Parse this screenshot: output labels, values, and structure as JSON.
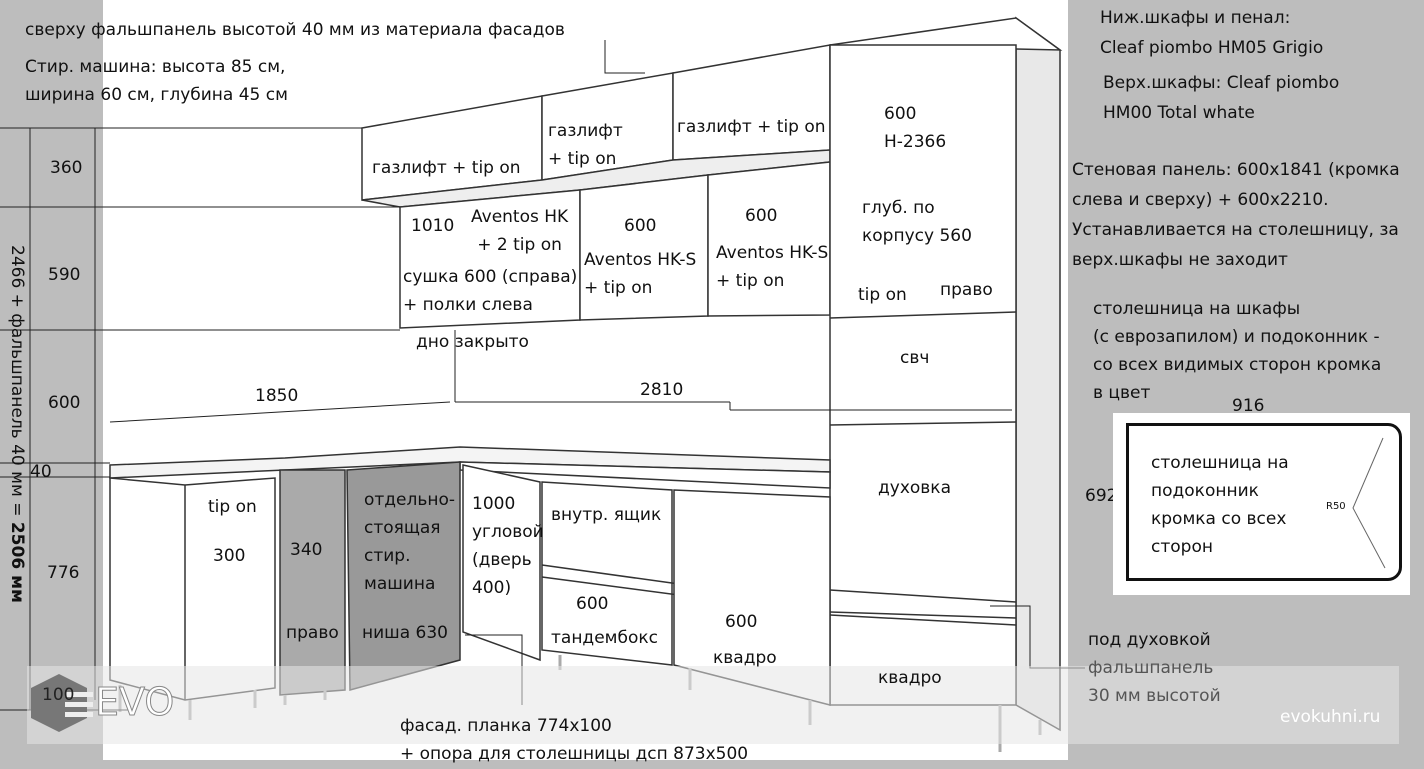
{
  "notes": {
    "top_panel": "сверху фальшпанель высотой 40 мм из материала фасадов",
    "washer": "Стир. машина: высота 85 см,\nширина 60 см, глубина 45 см",
    "lower_material": "Ниж.шкафы и пенал:\nCleaf piombo HM05 Grigio",
    "upper_material": "Верх.шкафы: Cleaf  piombo\nHM00 Total whate",
    "wall_panel": "Стеновая панель: 600х1841 (кромка\nслева и сверху) + 600х2210.\nУстанавливается на столешницу, за\nверх.шкафы не заходит",
    "countertop": "столешница на шкафы\n(с еврозапилом) и подоконник -\nсо всех видимых сторон кромка\nв цвет",
    "under_oven_1": "под духовкой",
    "under_oven_2": "фальшпанель\n30 мм высотой",
    "plank": "фасад. планка 774х100\n+ опора для столешницы дсп 873х500"
  },
  "sill": {
    "width": "916",
    "height": "692",
    "text": "столешница на\nподоконник\nкромка со всех\nсторон",
    "radius": "R50"
  },
  "dimensions": {
    "d360": "360",
    "d590": "590",
    "d600": "600",
    "d40": "40",
    "d776": "776",
    "d100": "100",
    "total_prefix": "2466 + фальшпанель 40 мм = ",
    "total_bold": "2506 мм",
    "w1850": "1850",
    "w2810": "2810"
  },
  "labels": {
    "top1": "газлифт + tip on",
    "top2": "газлифт\n+ tip on",
    "top3": "газлифт + tip on",
    "tall_top": "600\nН-2366",
    "mid1_w": "1010",
    "mid1_mech": "Aventos HK\n+ 2 tip on",
    "mid1_note": "сушка 600 (справа)\n+ полки слева",
    "mid2_w": "600",
    "mid2_mech": "Aventos HK-S\n+ tip on",
    "mid3_w": "600",
    "mid3_mech": "Aventos HK-S\n+ tip on",
    "tall_depth": "глуб. по\nкорпусу 560",
    "tall_tipon": "tip on",
    "tall_right": "право",
    "bottom_closed": "дно закрыто",
    "microwave": "свч",
    "oven": "духовка",
    "low1_tip": "tip on",
    "low1_w": "300",
    "low2_w": "340",
    "low2_right": "право",
    "washer_niche": "отдельно-\nстоящая\nстир.\nмашина",
    "niche": "ниша 630",
    "corner": "1000\nугловой\n(дверь\n400)",
    "inner_drawer": "внутр. ящик",
    "low4_w": "600",
    "tandembox": "тандембокс",
    "low5_w": "600",
    "quadro1": "квадро",
    "quadro2": "квадро"
  },
  "logo": "EVO",
  "watermark": "evokuhni.ru"
}
